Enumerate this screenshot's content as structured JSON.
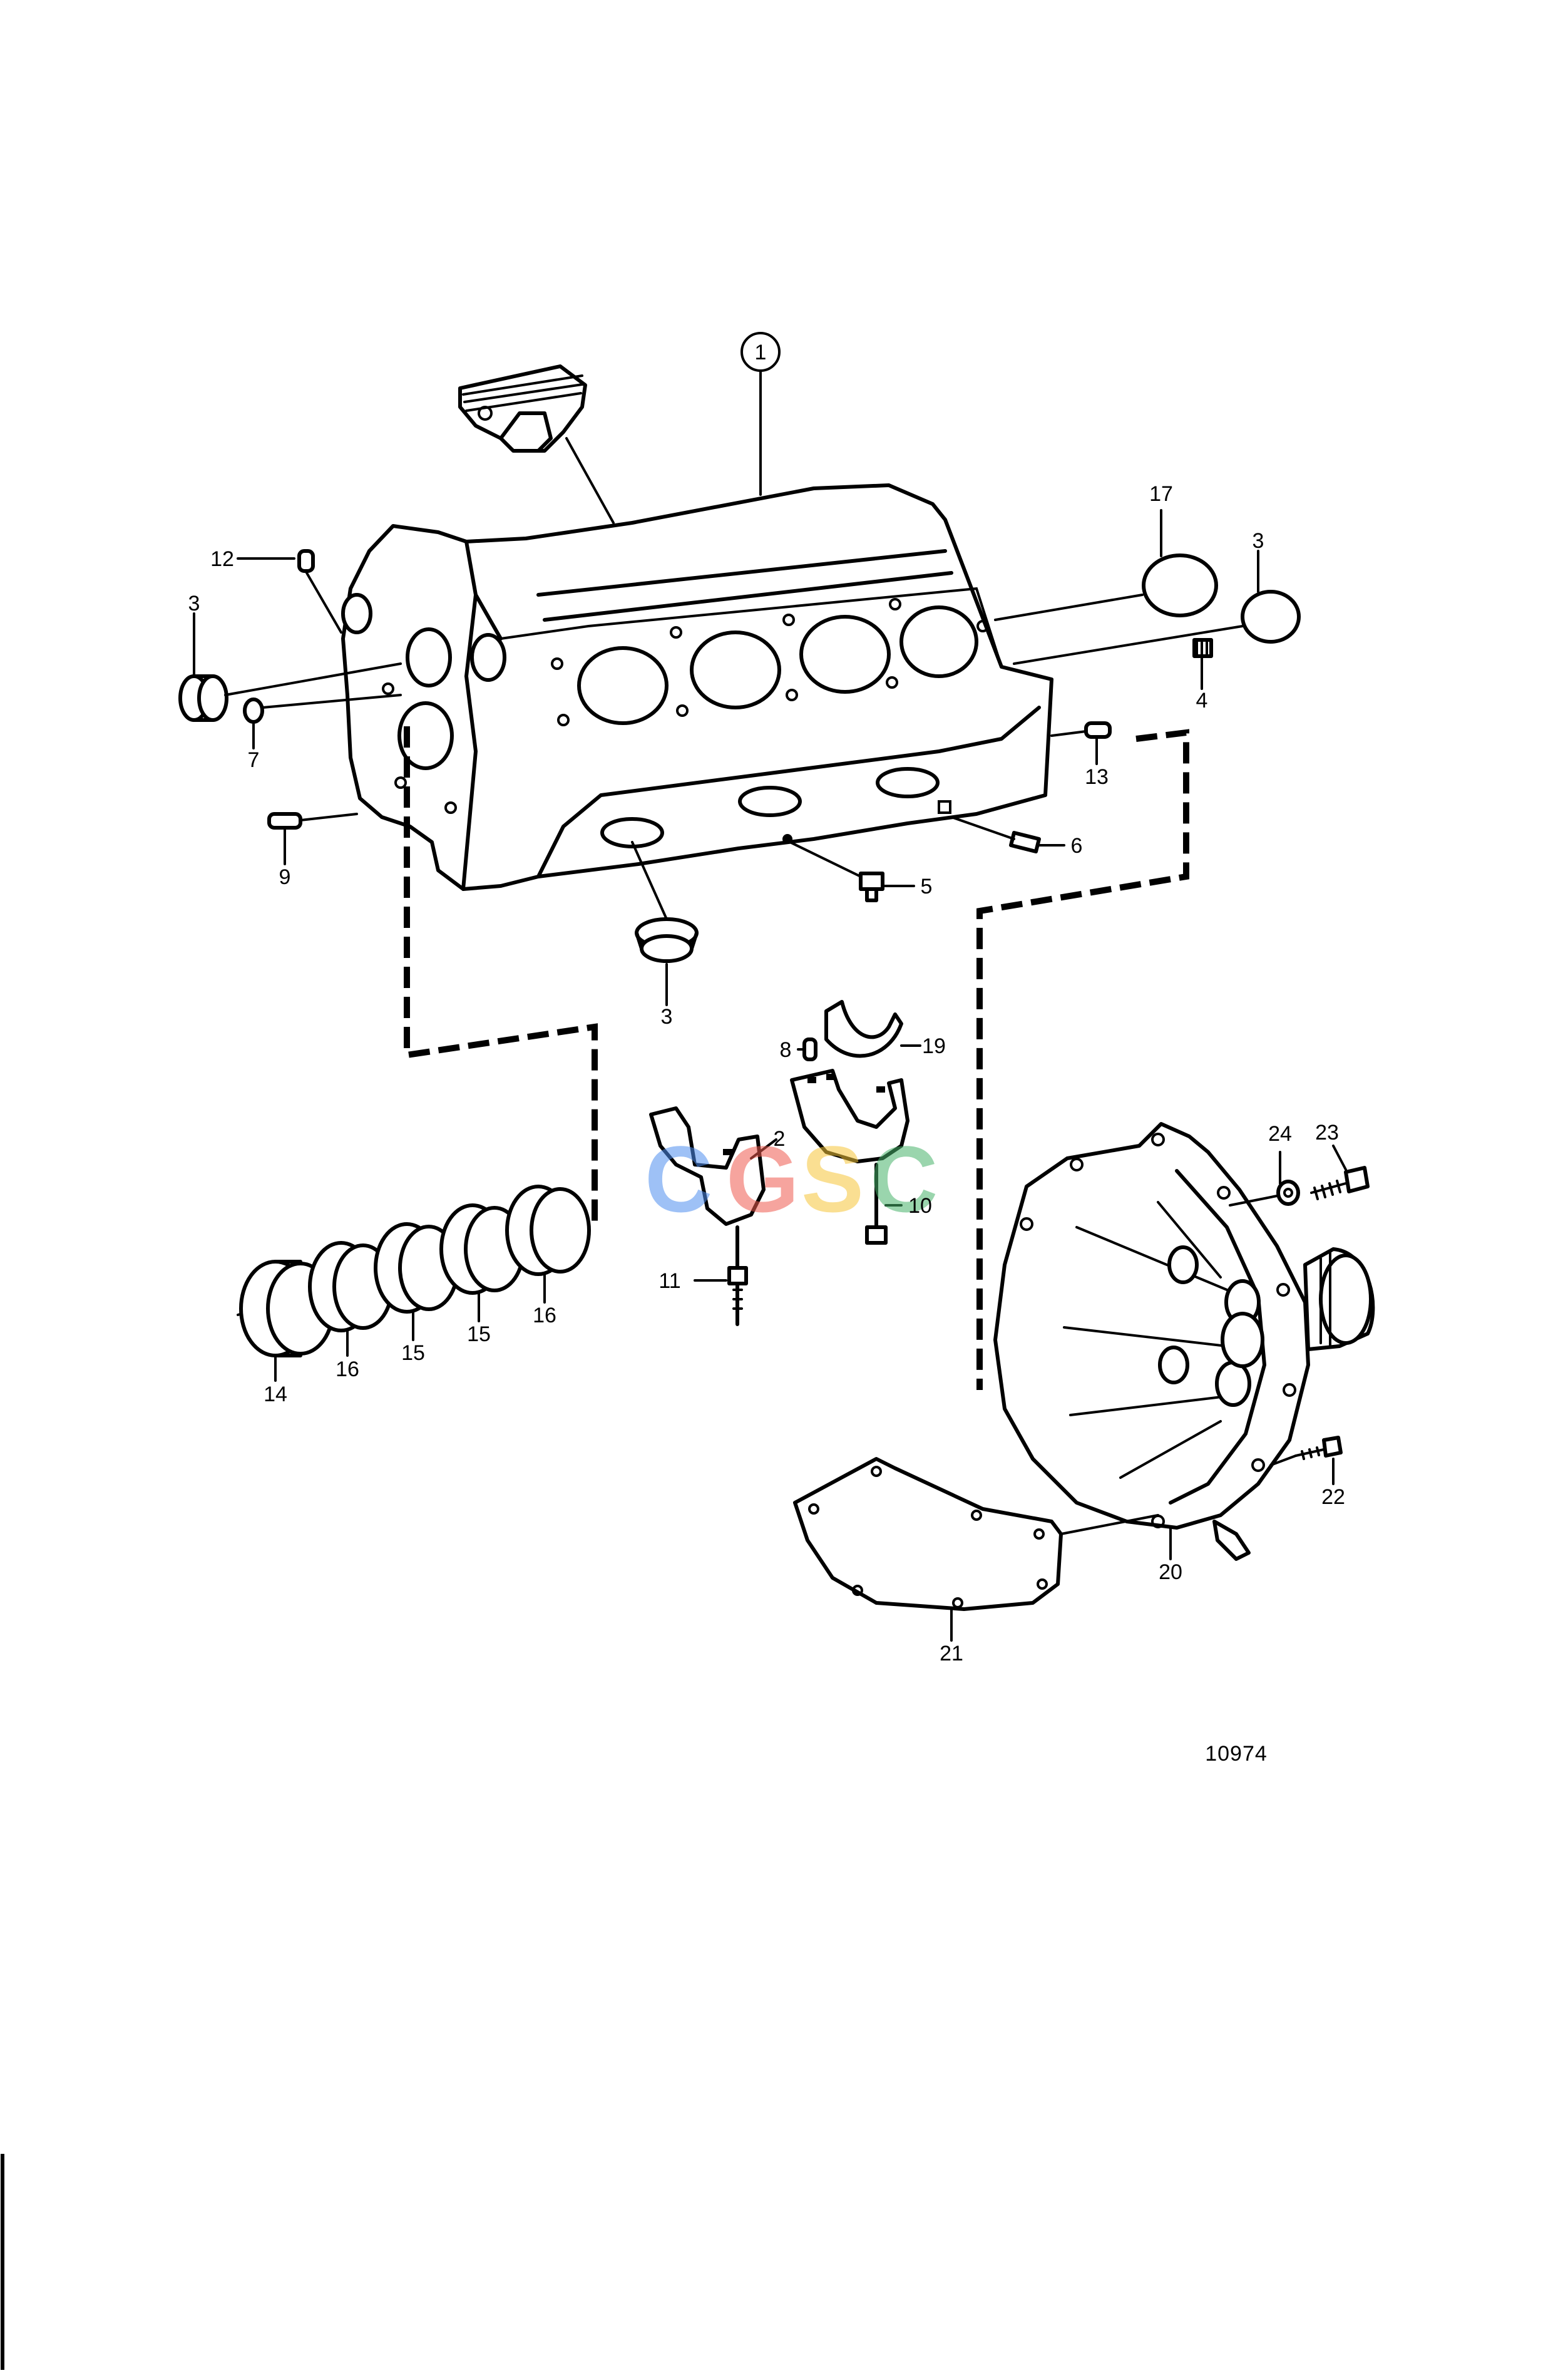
{
  "diagram": {
    "figure_number": "10974",
    "watermark": {
      "letters": [
        "C",
        "G",
        "S",
        "C"
      ],
      "colors": [
        "#4f8ff0",
        "#ef5b4f",
        "#f6c63a",
        "#48b36b"
      ]
    },
    "callouts": {
      "c1": "1",
      "c2": "2",
      "c3a": "3",
      "c3b": "3",
      "c3c": "3",
      "c4": "4",
      "c5": "5",
      "c6": "6",
      "c7": "7",
      "c8": "8",
      "c9": "9",
      "c10": "10",
      "c11": "11",
      "c12": "12",
      "c13": "13",
      "c14": "14",
      "c15a": "15",
      "c15b": "15",
      "c16a": "16",
      "c16b": "16",
      "c17": "17",
      "c19": "19",
      "c20": "20",
      "c21": "21",
      "c22": "22",
      "c23": "23",
      "c24": "24"
    }
  }
}
